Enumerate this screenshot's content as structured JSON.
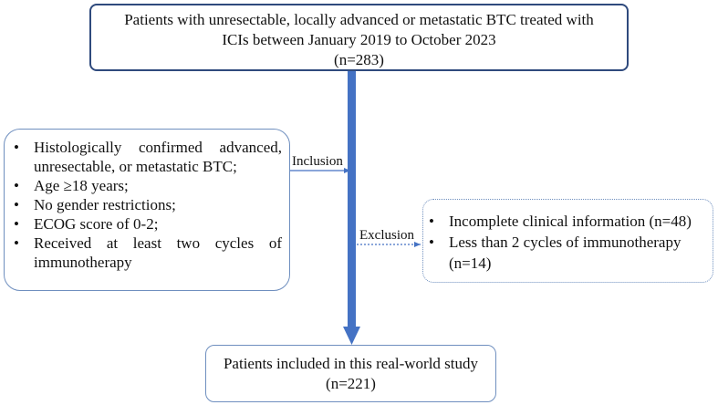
{
  "top": {
    "line1": "Patients with unresectable, locally advanced or metastatic BTC treated with",
    "line2": "ICIs between January 2019 to October 2023",
    "count": "(n=283)"
  },
  "inclusion": {
    "label": "Inclusion",
    "items": [
      "Histologically confirmed advanced, unresectable, or metastatic BTC;",
      "Age ≥18 years;",
      "No gender restrictions;",
      "ECOG score of 0-2;",
      "Received at least two cycles of immunotherapy"
    ]
  },
  "exclusion": {
    "label": "Exclusion",
    "items": [
      "Incomplete clinical information (n=48)",
      "Less than 2 cycles of immunotherapy (n=14)"
    ]
  },
  "bottom": {
    "line1": "Patients included in this real-world study",
    "count": "(n=221)"
  },
  "colors": {
    "main_arrow": "#4472c4",
    "box_border": "#6f8fbf",
    "top_border": "#2f4a7d"
  }
}
